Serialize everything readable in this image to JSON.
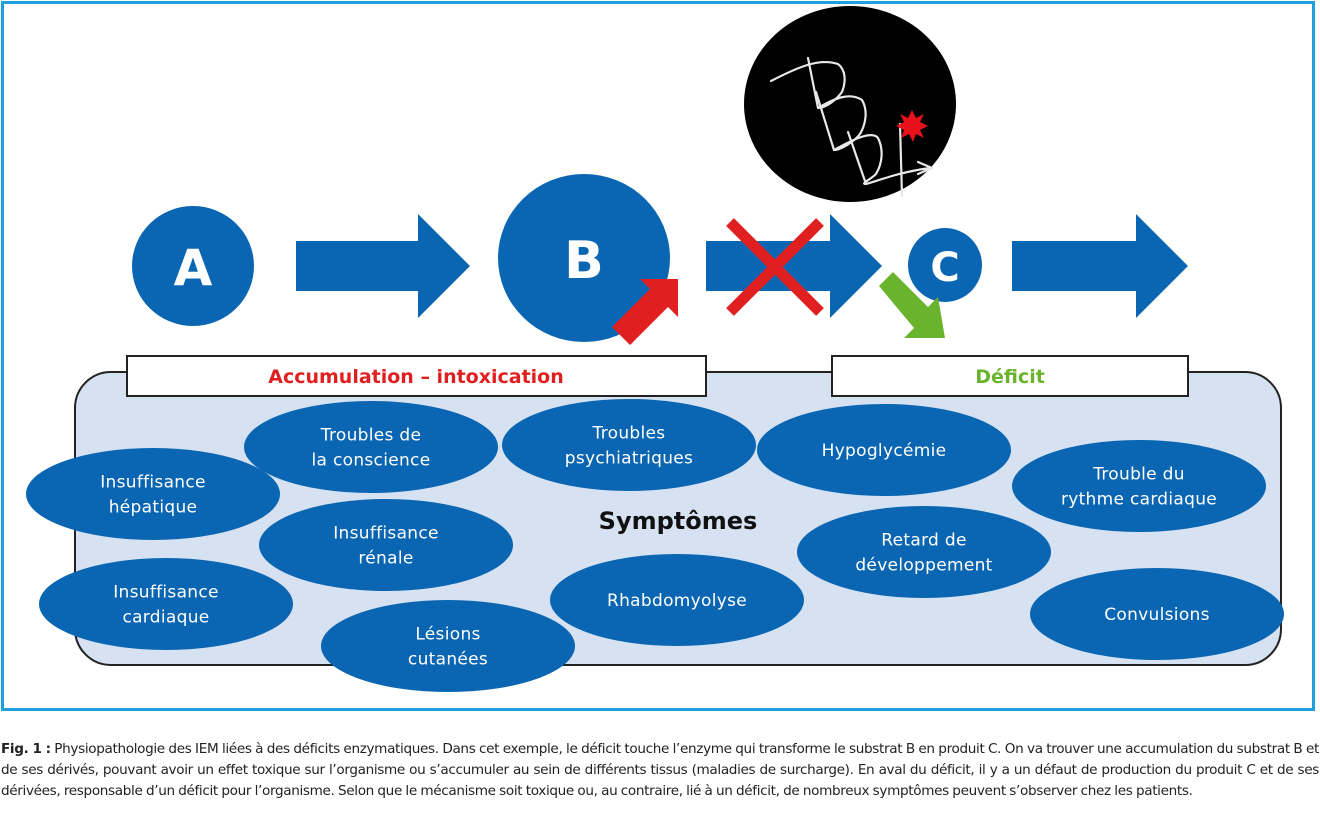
{
  "colors": {
    "frame": "#1ea0dc",
    "node_blue": "#0a66b2",
    "symptom_bg": "#d6e2f2",
    "accumulation_red": "#e02020",
    "deficit_green": "#6ab42d",
    "blocked_x_red": "#e02020",
    "enzyme_circle": "#000000",
    "burst_red": "#e8101a"
  },
  "pathway": {
    "nodes": [
      {
        "id": "A",
        "label": "A"
      },
      {
        "id": "B",
        "label": "B"
      },
      {
        "id": "C",
        "label": "C"
      }
    ],
    "arrows": [
      {
        "from": "A",
        "to": "B",
        "blocked": false
      },
      {
        "from": "B",
        "to": "C",
        "blocked": true
      },
      {
        "from": "C",
        "to": "next",
        "blocked": false
      }
    ],
    "indicators": {
      "B": "increase (red up arrow)",
      "C": "decrease (green down arrow)"
    },
    "enzyme_icon": "enzyme-with-defect-icon"
  },
  "labels": {
    "accumulation": "Accumulation – intoxication",
    "deficit": "Déficit",
    "symptoms_title": "Symptômes"
  },
  "symptoms": {
    "accumulation": [
      {
        "lines": [
          "Insuffisance",
          "hépatique"
        ]
      },
      {
        "lines": [
          "Troubles de",
          "la conscience"
        ]
      },
      {
        "lines": [
          "Troubles",
          "psychiatriques"
        ]
      },
      {
        "lines": [
          "Insuffisance",
          "rénale"
        ]
      },
      {
        "lines": [
          "Insuffisance",
          "cardiaque"
        ]
      },
      {
        "lines": [
          "Lésions",
          "cutanées"
        ]
      },
      {
        "lines": [
          "Rhabdomyolyse"
        ]
      }
    ],
    "deficit": [
      {
        "lines": [
          "Hypoglycémie"
        ]
      },
      {
        "lines": [
          "Trouble du",
          "rythme cardiaque"
        ]
      },
      {
        "lines": [
          "Retard de",
          "développement"
        ]
      },
      {
        "lines": [
          "Convulsions"
        ]
      }
    ]
  },
  "caption": {
    "label": "Fig. 1 :",
    "text": " Physiopathologie des IEM liées à des déficits enzymatiques. Dans cet exemple, le déficit touche l’enzyme qui transforme le substrat B en produit C. On va trouver une accumulation du substrat B et de ses dérivés, pouvant avoir un effet toxique sur l’organisme ou s’accumuler au sein de différents tissus (maladies de surcharge). En aval du déficit, il y a un défaut de production du produit C et de ses dérivées, responsable d’un déficit pour l’organisme. Selon que le mécanisme soit toxique ou, au contraire, lié à un déficit, de nombreux symptômes peuvent s’observer chez les patients."
  }
}
